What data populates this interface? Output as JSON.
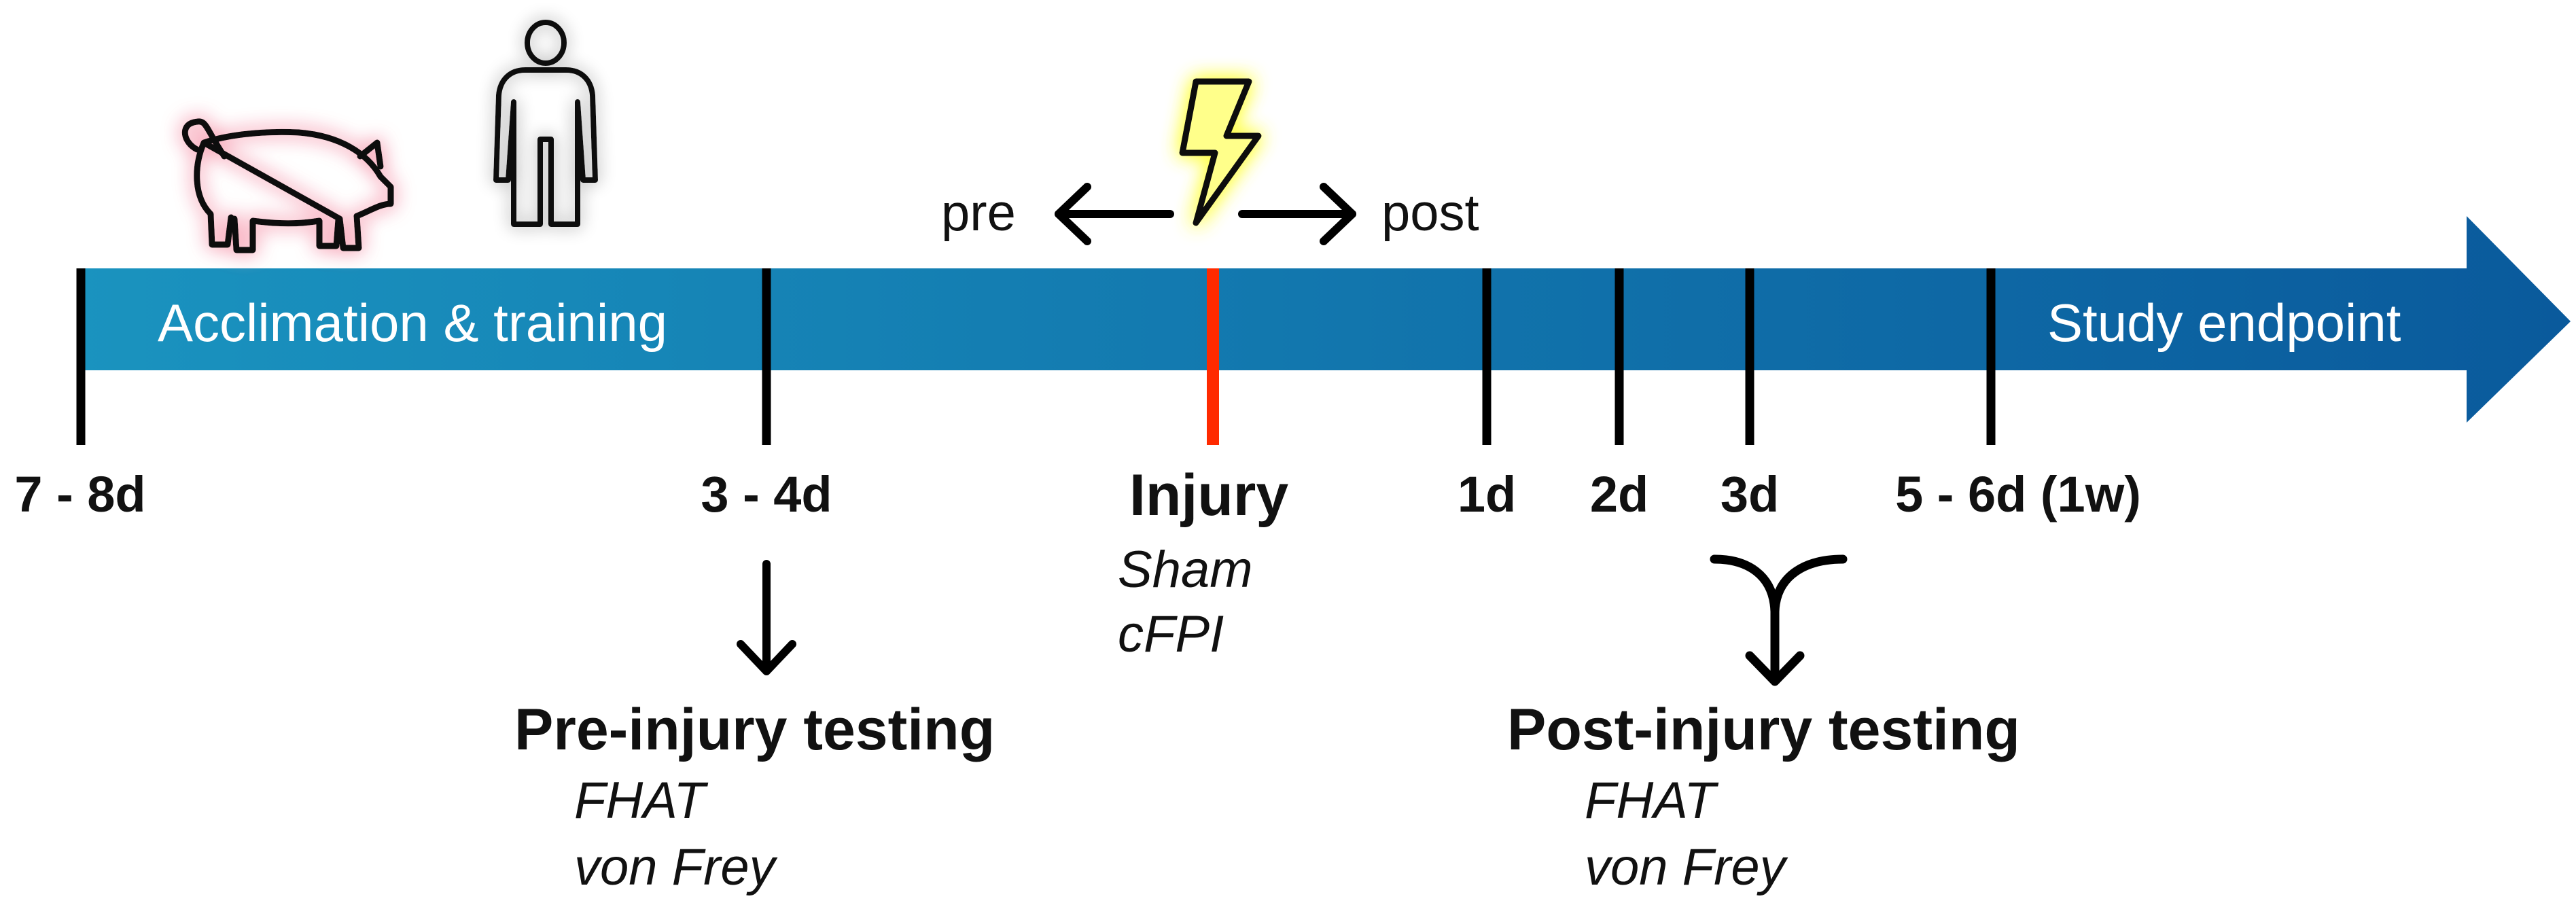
{
  "timeline": {
    "phases": {
      "acclimation": "Acclimation & training",
      "endpoint": "Study endpoint"
    },
    "direction": {
      "pre": "pre",
      "post": "post"
    },
    "ticks": [
      {
        "label": "7 - 8d"
      },
      {
        "label": "3 - 4d"
      },
      {
        "label": "1d"
      },
      {
        "label": "2d"
      },
      {
        "label": "3d"
      },
      {
        "label": "5 - 6d (1w)"
      }
    ],
    "injury": {
      "label": "Injury",
      "conditions": [
        "Sham",
        "cFPI"
      ]
    }
  },
  "testing": {
    "pre": {
      "title": "Pre-injury testing",
      "items": [
        "FHAT",
        "von Frey"
      ]
    },
    "post": {
      "title": "Post-injury testing",
      "items": [
        "FHAT",
        "von Frey"
      ]
    }
  },
  "icons": {
    "pig": "pig-icon",
    "human": "human-figure-icon",
    "lightning": "lightning-bolt-icon"
  },
  "colors": {
    "band_start": "#1a93bf",
    "band_end": "#0a5a9c",
    "injury_line": "#ff2a00",
    "pig_glow": "#f7b3c0",
    "lightning_glow": "#ffff66"
  }
}
